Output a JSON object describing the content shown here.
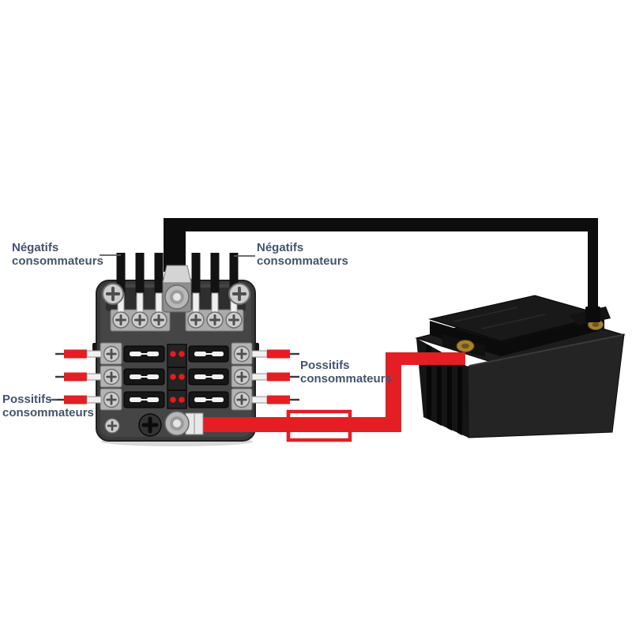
{
  "labels": {
    "neg_left": {
      "line1": "Négatifs",
      "line2": "consommateurs"
    },
    "neg_right": {
      "line1": "Négatifs",
      "line2": "consommateurs"
    },
    "pos_left": {
      "line1": "Possitifs",
      "line2": "consommateurs"
    },
    "pos_right": {
      "line1": "Possitifs",
      "line2": "consommateurs"
    }
  },
  "colors": {
    "positive_wire_red": "#E31E24",
    "negative_wire_black": "#0D0D0D",
    "label_text": "#44546A",
    "led_indicator_red": "#E51C1C",
    "brass_terminal": "#A9812F",
    "fuse_box_body": "#3A3A3A",
    "battery_body": "#1F1F1F",
    "background": "#FFFFFF"
  },
  "components": {
    "fuse_box": "fuse-box",
    "battery": "battery",
    "inline_fuse_holder": "inline-fuse-holder",
    "negative_wire": "negative-wire",
    "positive_wire": "positive-wire"
  }
}
